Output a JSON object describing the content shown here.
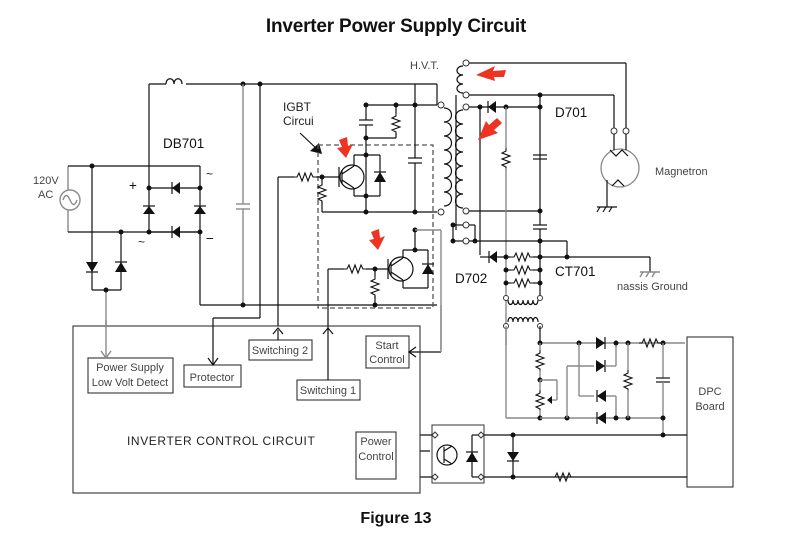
{
  "title": "Inverter Power Supply Circuit",
  "caption": "Figure 13",
  "colors": {
    "annotation_arrow": "#ee3322",
    "wire": "#111111",
    "grey_wire": "#8a8a8a"
  },
  "labels": {
    "hvt": "H.V.T.",
    "db701": "DB701",
    "igbt": "IGBT",
    "igbt_line2": "Circui",
    "ac_voltage": "120V",
    "ac_label": "AC",
    "plus": "+",
    "minus": "−",
    "tilde": "~",
    "d701": "D701",
    "d702": "D702",
    "ct701": "CT701",
    "magnetron": "Magnetron",
    "chassis_ground": "nassis Ground"
  },
  "blocks": {
    "inverter_control": "INVERTER CONTROL CIRCUIT",
    "psu_detect_1": "Power Supply",
    "psu_detect_2": "Low Volt Detect",
    "protector": "Protector",
    "switching2": "Switching 2",
    "switching1": "Switching 1",
    "start_control_1": "Start",
    "start_control_2": "Control",
    "power_control_1": "Power",
    "power_control_2": "Control",
    "dpc_board_1": "DPC",
    "dpc_board_2": "Board"
  },
  "annotations": [
    {
      "target": "upper IGBT transistor"
    },
    {
      "target": "lower IGBT transistor"
    },
    {
      "target": "HVT filament winding"
    },
    {
      "target": "HVT secondary winding"
    }
  ]
}
